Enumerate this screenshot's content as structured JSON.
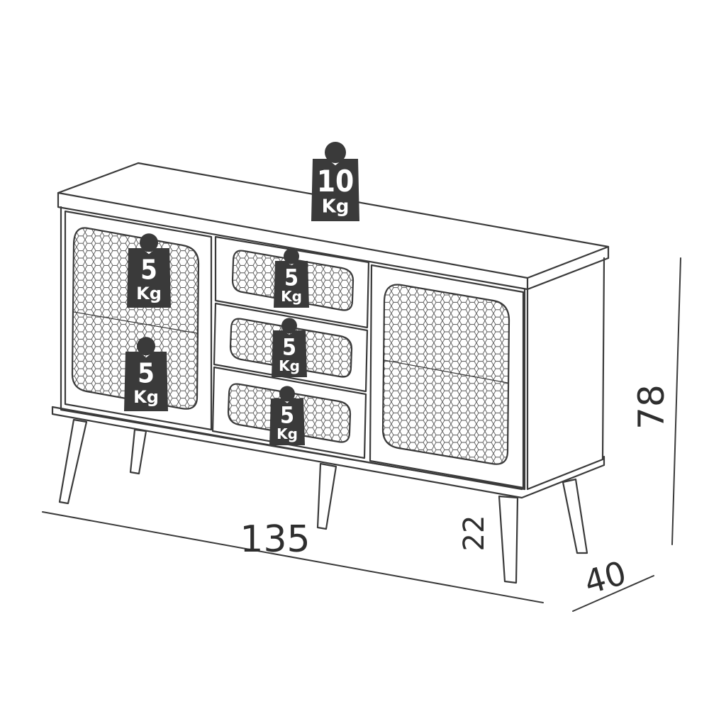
{
  "colors": {
    "line": "#3a3a3a",
    "badge": "#3a3a3a",
    "badge_text": "#ffffff"
  },
  "weights": {
    "top": {
      "value": "10",
      "unit": "Kg"
    },
    "door_left_upper": {
      "value": "5",
      "unit": "Kg"
    },
    "door_left_lower": {
      "value": "5",
      "unit": "Kg"
    },
    "drawer_1": {
      "value": "5",
      "unit": "Kg"
    },
    "drawer_2": {
      "value": "5",
      "unit": "Kg"
    },
    "drawer_3": {
      "value": "5",
      "unit": "Kg"
    }
  },
  "dimensions": {
    "width": "135",
    "height": "78",
    "depth": "40",
    "leg_height": "22"
  }
}
